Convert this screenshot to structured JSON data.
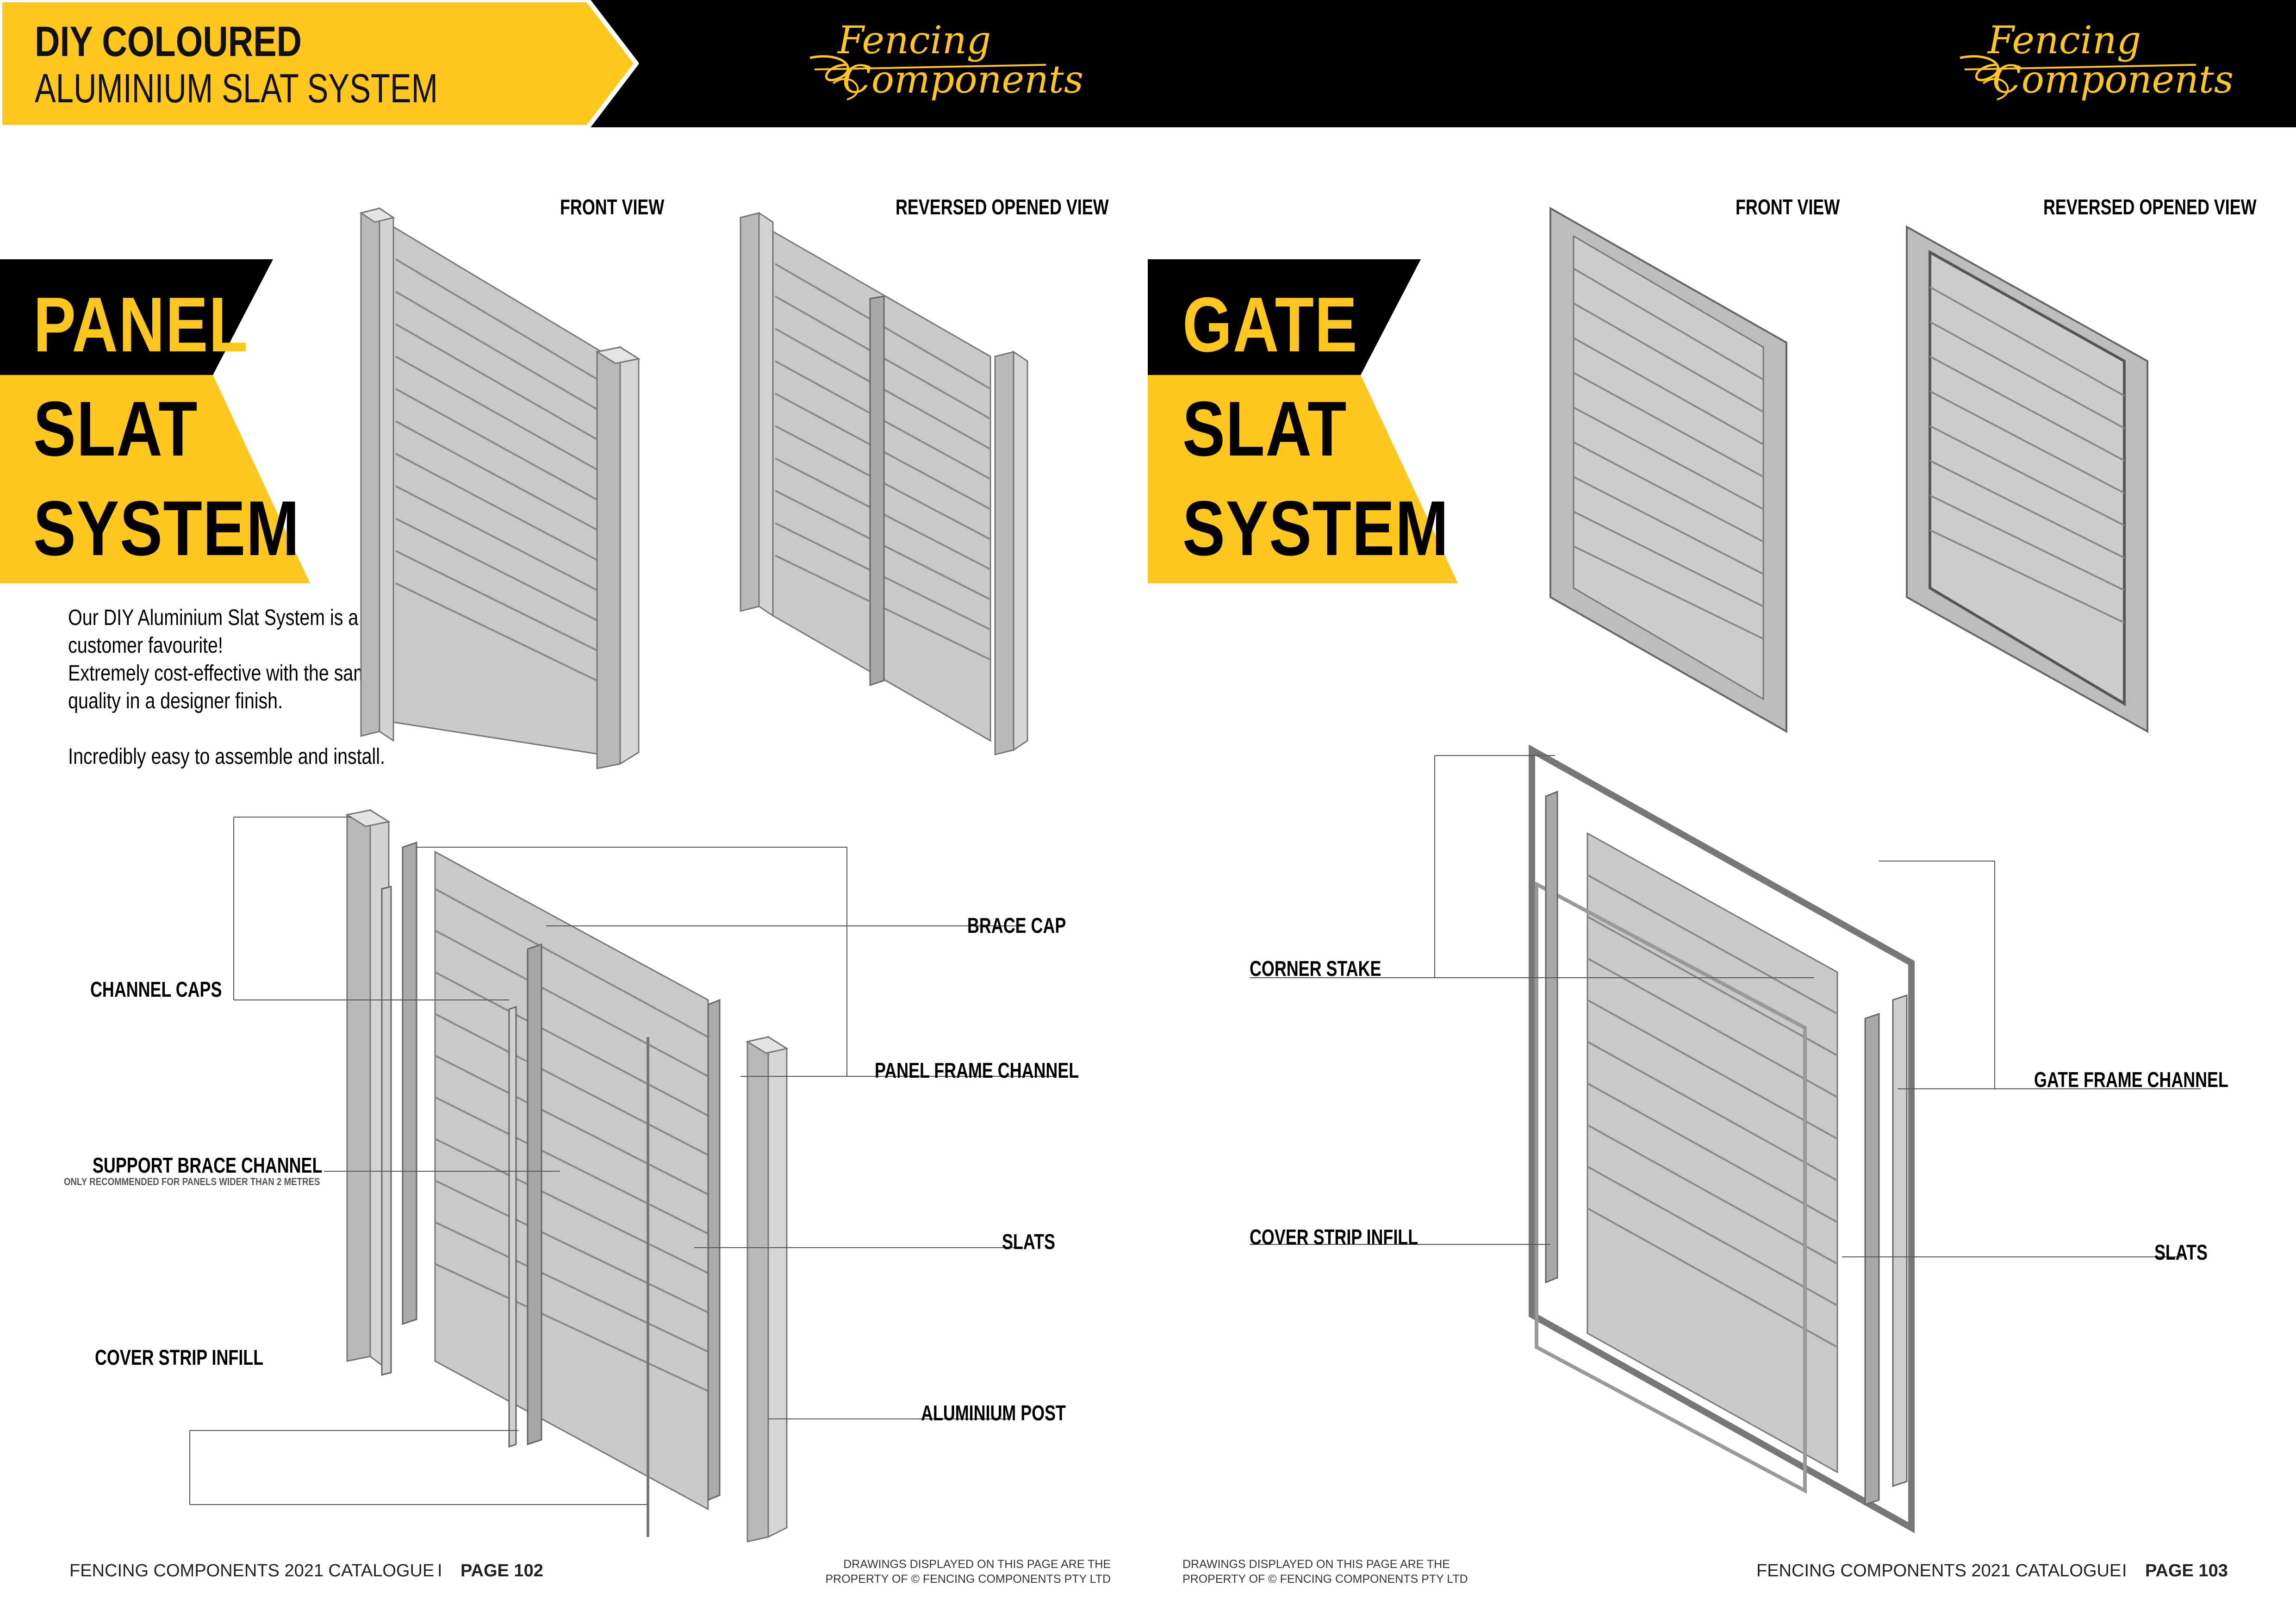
{
  "header": {
    "title_line1": "DIY COLOURED",
    "title_line2": "ALUMINIUM SLAT SYSTEM",
    "logo_line1": "Fencing",
    "logo_line2": "Components"
  },
  "colors": {
    "accent": "#FFC61E",
    "dark": "#000000",
    "drawing": "#c4c4c4"
  },
  "left_page": {
    "badge": {
      "line1": "PANEL",
      "line2": "SLAT",
      "line3": "SYSTEM"
    },
    "view_labels": {
      "front": "FRONT VIEW",
      "reversed": "REVERSED OPENED VIEW"
    },
    "description": [
      "Our DIY Aluminium Slat System is a",
      "customer favourite!",
      "Extremely cost-effective with the same",
      "quality in a designer finish.",
      "",
      "Incredibly easy to assemble and install."
    ],
    "callouts": {
      "channel_caps": "CHANNEL CAPS",
      "support_brace_channel": "SUPPORT BRACE CHANNEL",
      "support_brace_note": "ONLY RECOMMENDED FOR PANELS WIDER THAN 2 METRES",
      "cover_strip_infill": "COVER STRIP INFILL",
      "brace_cap": "BRACE CAP",
      "panel_frame_channel": "PANEL FRAME CHANNEL",
      "slats": "SLATS",
      "aluminium_post": "ALUMINIUM POST"
    },
    "footer": {
      "catalogue": "FENCING COMPONENTS 2021 CATALOGUE",
      "separator": "I",
      "page": "PAGE  102",
      "property_line1": "DRAWINGS DISPLAYED ON THIS PAGE ARE THE",
      "property_line2": "PROPERTY OF © FENCING COMPONENTS PTY LTD"
    }
  },
  "right_page": {
    "badge": {
      "line1": "GATE",
      "line2": "SLAT",
      "line3": "SYSTEM"
    },
    "view_labels": {
      "front": "FRONT VIEW",
      "reversed": "REVERSED OPENED VIEW"
    },
    "callouts": {
      "corner_stake": "CORNER STAKE",
      "cover_strip_infill": "COVER STRIP INFILL",
      "gate_frame_channel": "GATE FRAME CHANNEL",
      "slats": "SLATS"
    },
    "footer": {
      "catalogue": "FENCING COMPONENTS 2021 CATALOGUE",
      "separator": "I",
      "page": "PAGE  103",
      "property_line1": "DRAWINGS DISPLAYED ON THIS PAGE ARE THE",
      "property_line2": "PROPERTY OF © FENCING COMPONENTS PTY LTD"
    }
  }
}
